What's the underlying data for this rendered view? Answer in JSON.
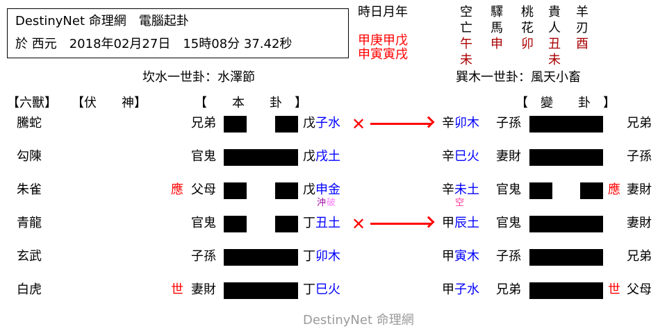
{
  "header": {
    "line1": "DestinyNet 命理網　電腦起卦",
    "line2": "於 西元　2018年02月27日　15時08分 37.42秒"
  },
  "pillars": {
    "label": "時日月年",
    "stems": "甲庚甲戊",
    "branches": "申寅寅戌"
  },
  "shensha": [
    {
      "name1": "空",
      "name2": "亡",
      "val1": "午",
      "val2": "未"
    },
    {
      "name1": "驛",
      "name2": "馬",
      "val1": "申",
      "val2": ""
    },
    {
      "name1": "桃",
      "name2": "花",
      "val1": "卯",
      "val2": ""
    },
    {
      "name1": "貴",
      "name2": "人",
      "val1": "丑",
      "val2": "未"
    },
    {
      "name1": "羊",
      "name2": "刃",
      "val1": "酉",
      "val2": ""
    }
  ],
  "main_hexagram": {
    "title": "坎水一世卦：水澤節",
    "header": "【　　本　　卦　】"
  },
  "changed_hexagram": {
    "title": "巽木一世卦：風天小畜",
    "header": "【　變　　卦　】"
  },
  "column_headers": {
    "six_beasts": "【六獸】",
    "hidden_spirit": "【伏　　神】"
  },
  "rows": [
    {
      "beast": "騰蛇",
      "mark": "",
      "relation": "兄弟",
      "line": "yin",
      "stem": "戊",
      "branch": "子水",
      "moving": true,
      "note": [],
      "c_stem": "辛",
      "c_branch": "卯木",
      "c_relation": "子孫",
      "c_line": "yang",
      "c_mark": "",
      "c_base_relation": "兄弟",
      "c_note": ""
    },
    {
      "beast": "勾陳",
      "mark": "",
      "relation": "官鬼",
      "line": "yang",
      "stem": "戊",
      "branch": "戌土",
      "moving": false,
      "note": [],
      "c_stem": "辛",
      "c_branch": "巳火",
      "c_relation": "妻財",
      "c_line": "yang",
      "c_mark": "",
      "c_base_relation": "子孫",
      "c_note": ""
    },
    {
      "beast": "朱雀",
      "mark": "應",
      "relation": "父母",
      "line": "yin",
      "stem": "戊",
      "branch": "申金",
      "moving": false,
      "note": [
        "沖",
        "破"
      ],
      "c_stem": "辛",
      "c_branch": "未土",
      "c_relation": "官鬼",
      "c_line": "yin",
      "c_mark": "應",
      "c_base_relation": "妻財",
      "c_note": "空"
    },
    {
      "beast": "青龍",
      "mark": "",
      "relation": "官鬼",
      "line": "yin",
      "stem": "丁",
      "branch": "丑土",
      "moving": true,
      "note": [],
      "c_stem": "甲",
      "c_branch": "辰土",
      "c_relation": "官鬼",
      "c_line": "yang",
      "c_mark": "",
      "c_base_relation": "妻財",
      "c_note": ""
    },
    {
      "beast": "玄武",
      "mark": "",
      "relation": "子孫",
      "line": "yang",
      "stem": "丁",
      "branch": "卯木",
      "moving": false,
      "note": [],
      "c_stem": "甲",
      "c_branch": "寅木",
      "c_relation": "子孫",
      "c_line": "yang",
      "c_mark": "",
      "c_base_relation": "兄弟",
      "c_note": ""
    },
    {
      "beast": "白虎",
      "mark": "世",
      "relation": "妻財",
      "line": "yang",
      "stem": "丁",
      "branch": "巳火",
      "moving": false,
      "note": [],
      "c_stem": "甲",
      "c_branch": "子水",
      "c_relation": "兄弟",
      "c_line": "yang",
      "c_mark": "世",
      "c_base_relation": "父母",
      "c_note": ""
    }
  ],
  "symbols": {
    "moving_mark": "✕"
  },
  "colors": {
    "red": "#ff0000",
    "dark_red": "#aa0000",
    "blue": "#0000ff",
    "chong": "#990099",
    "po": "#ff80ff",
    "kong": "#ff3399"
  },
  "footer": "DestinyNet 命理網"
}
